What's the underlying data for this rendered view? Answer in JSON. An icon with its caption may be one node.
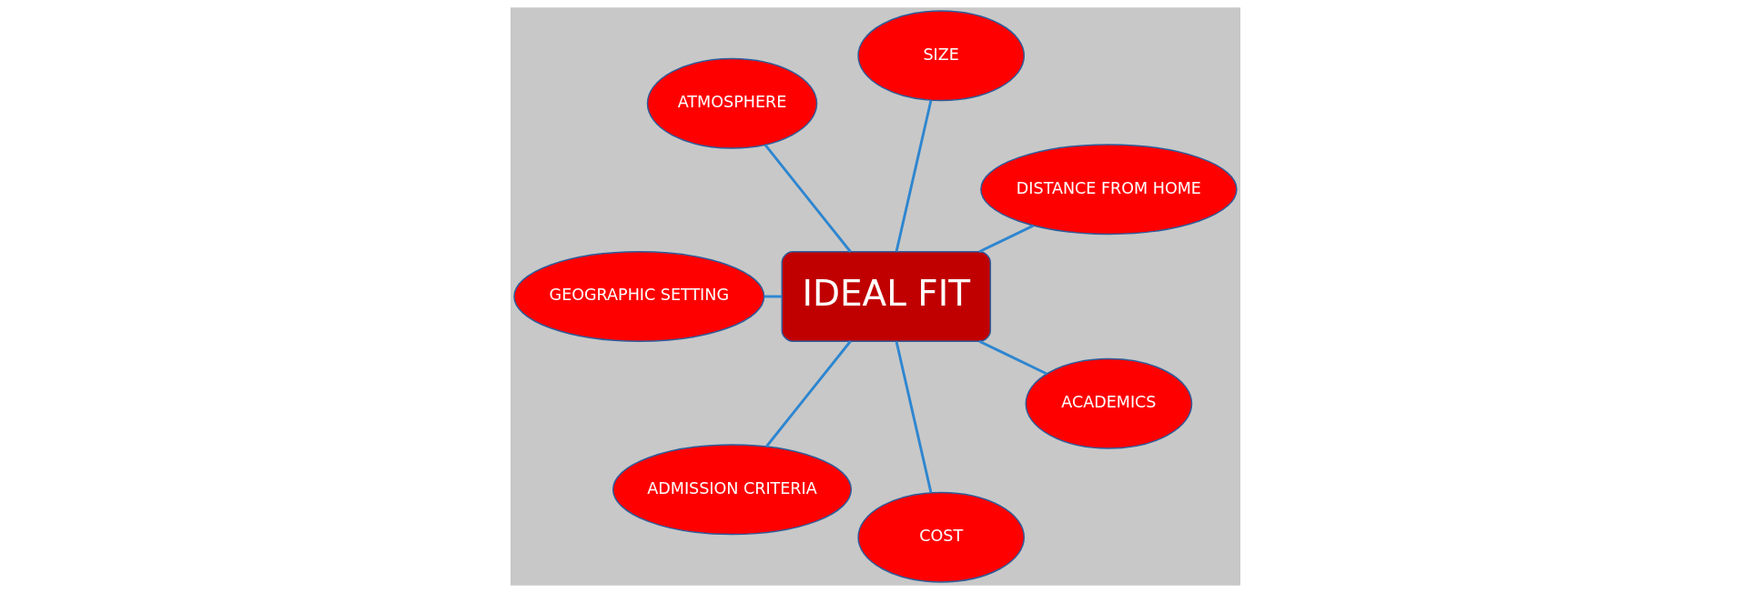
{
  "diagram": {
    "nodes": [
      {
        "text": [
          "IDEAL FIT"
        ]
      },
      {
        "text": [
          "DISTANCE FROM HOME"
        ]
      },
      {
        "text": [
          "SIZE"
        ]
      },
      {
        "text": [
          "ATMOSPHERE"
        ]
      },
      {
        "text": [
          "GEOGRAPHIC SETTING"
        ]
      },
      {
        "text": [
          "ADMISSION CRITERIA"
        ]
      },
      {
        "text": [
          "COST"
        ]
      },
      {
        "text": [
          "ACADEMICS"
        ]
      }
    ],
    "edges": [
      {
        "from": 0,
        "to": 1,
        "arrow": "none"
      },
      {
        "from": 0,
        "to": 2,
        "arrow": "none"
      },
      {
        "from": 0,
        "to": 3,
        "arrow": "none"
      },
      {
        "from": 0,
        "to": 4,
        "arrow": "none"
      },
      {
        "from": 0,
        "to": 5,
        "arrow": "none"
      },
      {
        "from": 0,
        "to": 6,
        "arrow": "none"
      },
      {
        "from": 0,
        "to": 7,
        "arrow": "none"
      }
    ]
  }
}
